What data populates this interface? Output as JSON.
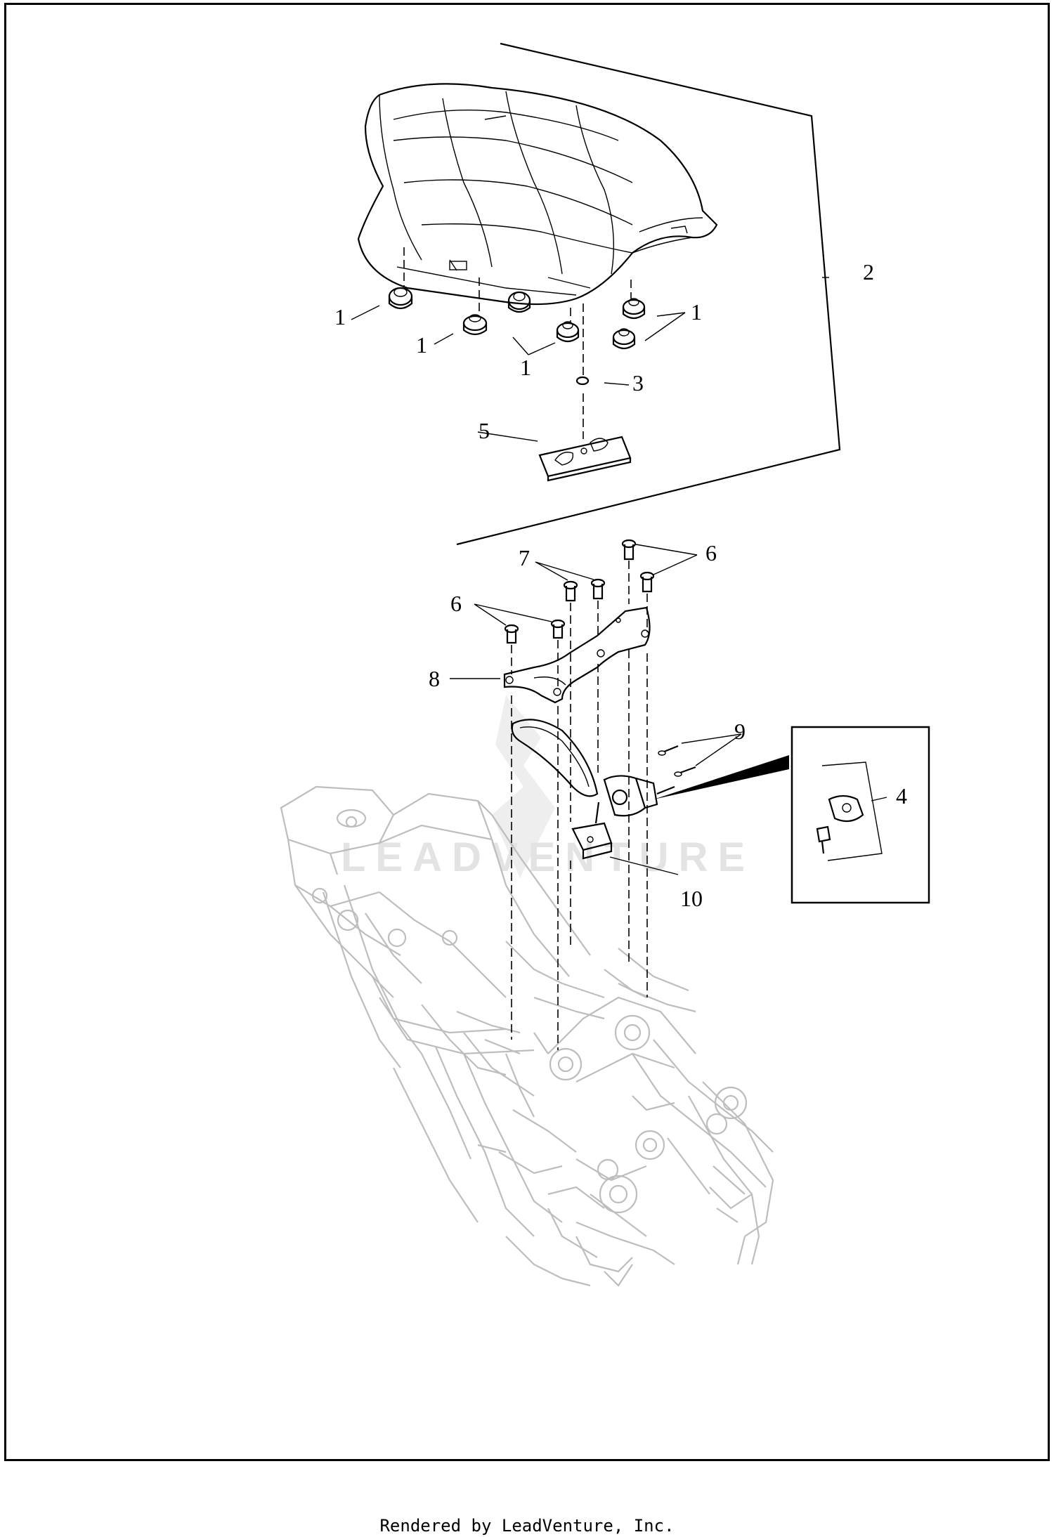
{
  "footer": {
    "text": "Rendered by LeadVenture, Inc."
  },
  "watermark": {
    "text": "LEADVENTURE"
  },
  "callouts": [
    {
      "id": "c1a",
      "label": "1"
    },
    {
      "id": "c1b",
      "label": "1"
    },
    {
      "id": "c1c",
      "label": "1"
    },
    {
      "id": "c1d",
      "label": "1"
    },
    {
      "id": "c2",
      "label": "2"
    },
    {
      "id": "c3",
      "label": "3"
    },
    {
      "id": "c4",
      "label": "4"
    },
    {
      "id": "c5",
      "label": "5"
    },
    {
      "id": "c6a",
      "label": "6"
    },
    {
      "id": "c6b",
      "label": "6"
    },
    {
      "id": "c7",
      "label": "7"
    },
    {
      "id": "c8",
      "label": "8"
    },
    {
      "id": "c9",
      "label": "9"
    },
    {
      "id": "c10",
      "label": "10"
    }
  ]
}
